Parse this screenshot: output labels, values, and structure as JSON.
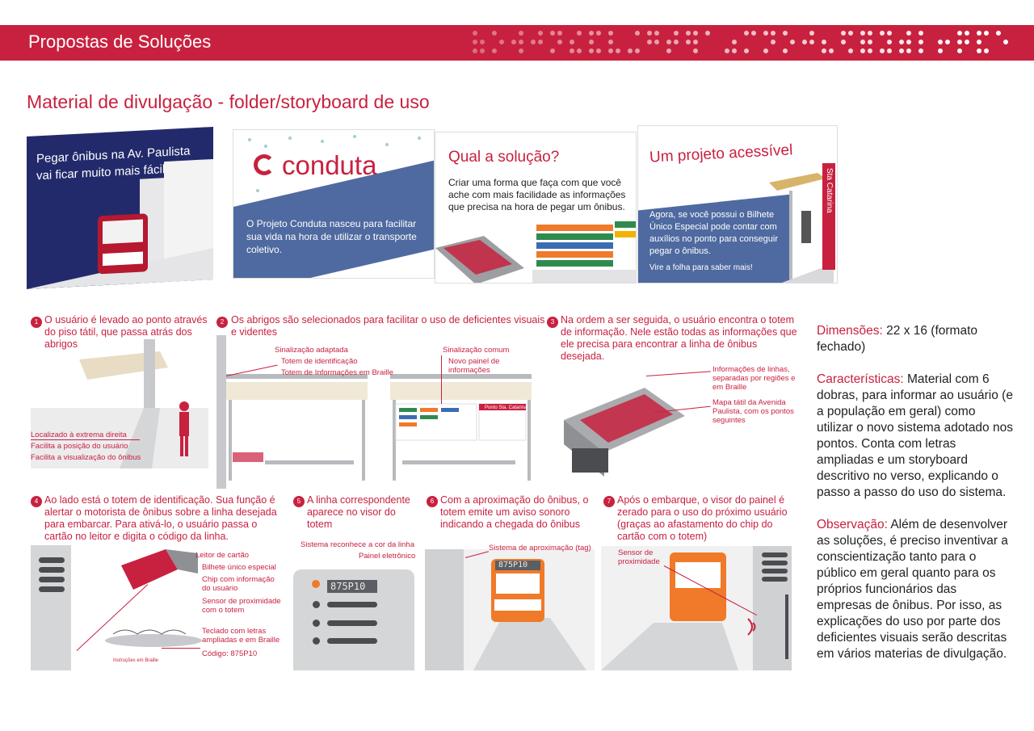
{
  "header": {
    "title": "Propostas de Soluções"
  },
  "section": {
    "title": "Material de divulgação - folder/storyboard de uso"
  },
  "folder": {
    "panel1": {
      "text": "Pegar ônibus na Av. Paulista vai ficar muito mais fácil!"
    },
    "panel2": {
      "logo": "conduta",
      "text": "O Projeto Conduta nasceu para facilitar sua vida na hora de utilizar o transporte coletivo."
    },
    "panel3": {
      "heading": "Qual a solução?",
      "text": "Criar uma forma que faça com que você ache com mais facilidade as informações que precisa na hora de pegar um ônibus."
    },
    "panel4": {
      "heading": "Um projeto acessível",
      "text": "Agora, se você possui o Bilhete Único Especial pode contar com auxílios no ponto para conseguir pegar o ônibus.",
      "note": "Vire a folha para saber mais!",
      "sign": "Sta Catarina"
    }
  },
  "steps": [
    {
      "num": "1",
      "text": "O usuário é levado ao ponto através do piso tátil, que passa atrás dos abrigos",
      "labels": [
        "Localizado à extrema direita",
        "Facilita a posição do usuário",
        "Facilita a visualização do ônibus"
      ]
    },
    {
      "num": "2",
      "text": "Os abrigos são selecionados para facilitar o uso de deficientes visuais e videntes",
      "labels": [
        "Sinalização adaptada",
        "Totem de identificação",
        "Totem de Informações em Braille",
        "Sinalização comum",
        "Novo painel de informações",
        "Ponto Sta. Catarina"
      ]
    },
    {
      "num": "3",
      "text": "Na ordem a ser seguida, o usuário encontra o totem de informação. Nele estão todas as informações que ele precisa para encontrar a linha de ônibus desejada.",
      "labels": [
        "Informações de linhas, separadas por regiões e em Braille",
        "Mapa tátil da Avenida Paulista, com os pontos seguintes"
      ]
    },
    {
      "num": "4",
      "text": "Ao lado está o totem de identificação. Sua função é alertar o motorista de ônibus sobre a linha desejada para embarcar. Para ativá-lo, o usuário passa o cartão no leitor e digita o código da linha.",
      "labels": [
        "Leitor de cartão",
        "Bilhete único especial",
        "Chip com informação do usuário",
        "Sensor de proximidade com o totem",
        "Teclado com letras ampliadas e em Braille",
        "Código: 875P10",
        "Instruções em Braille"
      ]
    },
    {
      "num": "5",
      "text": "A linha correspondente aparece no visor do totem",
      "labels": [
        "Sistema reconhece a cor da linha",
        "Painel eletrônico",
        "875P10"
      ]
    },
    {
      "num": "6",
      "text": "Com a aproximação do ônibus, o totem emite um aviso sonoro indicando a chegada do ônibus",
      "labels": [
        "Sistema de aproximação (tag)",
        "875P10"
      ]
    },
    {
      "num": "7",
      "text": "Após o embarque, o visor do painel é zerado para o uso do próximo usuário (graças ao afastamento do chip do cartão com o totem)",
      "labels": [
        "Sensor de proximidade"
      ]
    }
  ],
  "specs": {
    "dim_key": "Dimensões:",
    "dim_val": " 22 x 16 (formato fechado)",
    "car_key": "Características:",
    "car_val": " Material com 6 dobras, para informar ao usuário (e a população em geral) como utilizar o novo sistema adotado nos pontos. Conta com letras ampliadas e um storyboard descritivo no verso, explicando o passo a passo do uso do sistema.",
    "obs_key": "Observação:",
    "obs_val": " Além de desenvolver as soluções, é preciso inventivar a conscientização tanto para o público em geral quanto para os próprios funcionários das empresas de ônibus. Por isso, as explicações do uso por parte dos deficientes visuais serão descritas em vários materias de divulgação."
  },
  "colors": {
    "accent": "#c8213f",
    "navy": "#232a6b",
    "blue": "#4f6aa0",
    "orange": "#f07a2a"
  }
}
